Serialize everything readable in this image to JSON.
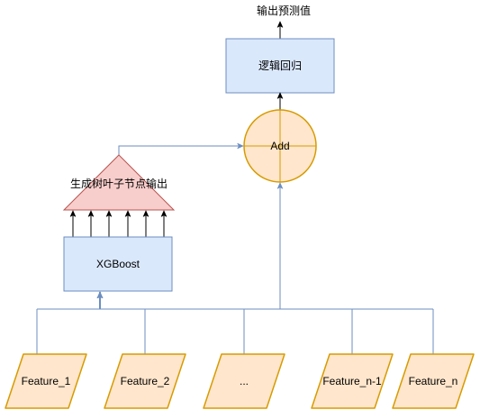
{
  "diagram": {
    "output_label": "输出预测值",
    "lr_box": "逻辑回归",
    "add_node": "Add",
    "leaf_output": "生成树叶子节点输出",
    "xgboost_box": "XGBoost",
    "features": [
      "Feature_1",
      "Feature_2",
      "...",
      "Feature_n-1",
      "Feature_n"
    ]
  },
  "colors": {
    "blue_fill": "#dae8fc",
    "blue_stroke": "#6c8ebf",
    "orange_fill": "#ffe6cc",
    "orange_stroke": "#d79b00",
    "red_fill": "#f8cecc",
    "red_stroke": "#b85450",
    "connector": "#6c8ebf",
    "arrow": "#000000",
    "text": "#000000",
    "background": "#ffffff"
  }
}
